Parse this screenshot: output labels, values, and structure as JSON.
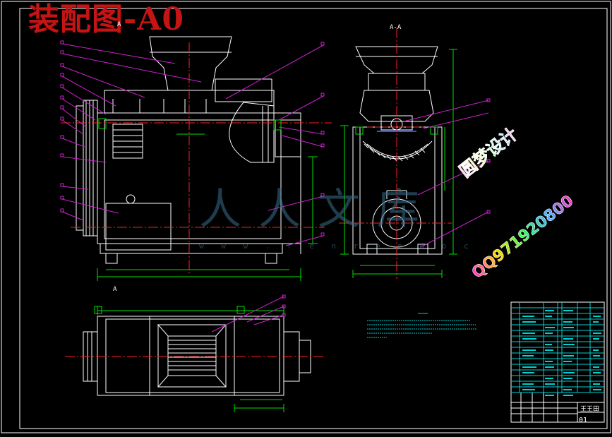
{
  "drawing": {
    "title": "装配图-A0",
    "front_view_label": "A",
    "section_label": "A-A",
    "bottom_view_label": "A",
    "watermark_text": "人人文库",
    "watermark_url": "w w w . r e n r e n d o c",
    "studio_text": "圆梦设计",
    "phone_text": "QQ971920800",
    "title_block_code": "王王田",
    "title_block_sheet": "01"
  },
  "colors": {
    "background": "#000000",
    "outline": "#ffffff",
    "center_line": "#ff2020",
    "dimension": "#00e000",
    "leader": "#d020d0",
    "table": "#00d0d0",
    "title": "#c41414",
    "blue": "#3050ff"
  },
  "icons": [
    "machine-front-view",
    "machine-section-view",
    "machine-top-view",
    "title-block-table",
    "technical-notes"
  ]
}
